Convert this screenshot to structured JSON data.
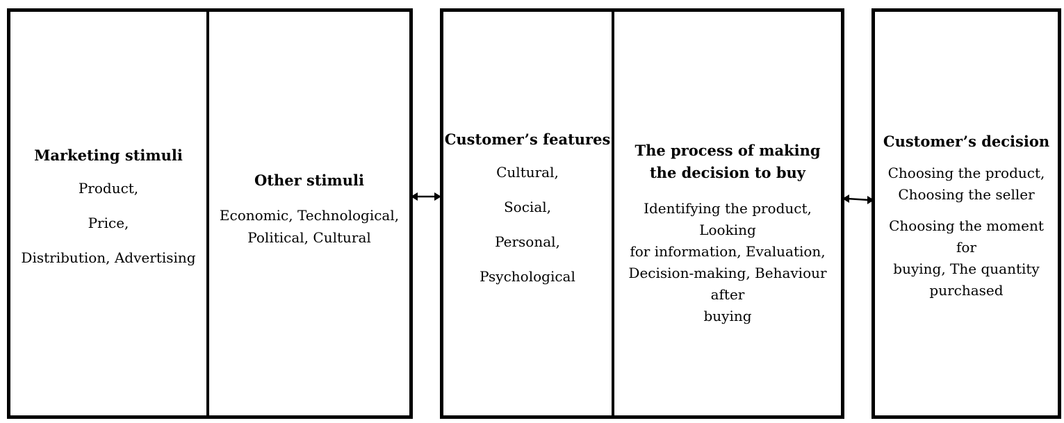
{
  "blocks": {
    "marketing_stimuli": {
      "heading": "Marketing stimuli",
      "items": [
        "Product,",
        "Price,",
        "Distribution, Advertising"
      ]
    },
    "other_stimuli": {
      "heading": "Other stimuli",
      "items": [
        "Economic, Technological,",
        "Political, Cultural"
      ]
    },
    "customer_features": {
      "heading": "Customer’s features",
      "items": [
        "Cultural,",
        "Social,",
        "Personal,",
        "Psychological"
      ]
    },
    "decision_process": {
      "heading": "The process of making the decision to buy",
      "items": [
        "Identifying the product, Looking",
        "for information, Evaluation,",
        "Decision-making, Behaviour after",
        "buying"
      ]
    },
    "customer_decision": {
      "heading": "Customer’s decision",
      "items": [
        "Choosing the product,",
        "Choosing the seller"
      ],
      "items2": [
        "Choosing the moment for",
        "buying, The quantity",
        "purchased"
      ]
    }
  }
}
